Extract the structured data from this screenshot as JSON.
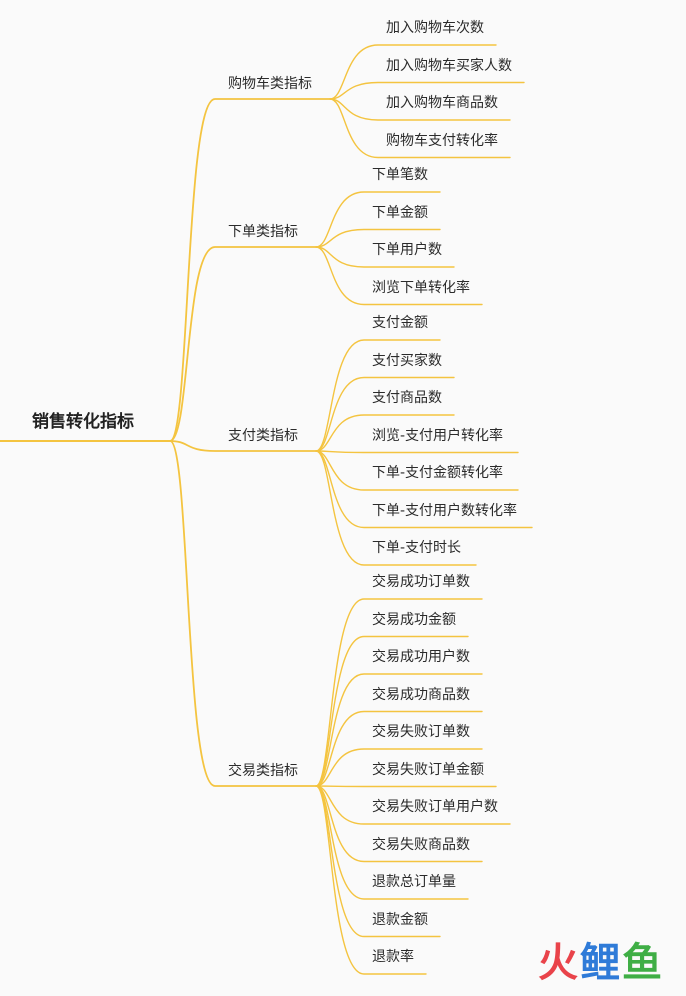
{
  "root": {
    "label": "销售转化指标"
  },
  "line_color": "#f4c440",
  "branches": [
    {
      "label": "购物车类指标",
      "items": [
        "加入购物车次数",
        "加入购物车买家人数",
        "加入购物车商品数",
        "购物车支付转化率"
      ]
    },
    {
      "label": "下单类指标",
      "items": [
        "下单笔数",
        "下单金额",
        "下单用户数",
        "浏览下单转化率"
      ]
    },
    {
      "label": "支付类指标",
      "items": [
        "支付金额",
        "支付买家数",
        "支付商品数",
        "浏览-支付用户转化率",
        "下单-支付金额转化率",
        "下单-支付用户数转化率",
        "下单-支付时长"
      ]
    },
    {
      "label": "交易类指标",
      "items": [
        "交易成功订单数",
        "交易成功金额",
        "交易成功用户数",
        "交易成功商品数",
        "交易失败订单数",
        "交易失败订单金额",
        "交易失败订单用户数",
        "交易失败商品数",
        "退款总订单量",
        "退款金额",
        "退款率"
      ]
    }
  ],
  "watermark": {
    "part1": "火",
    "part2": "鲤",
    "part3": "鱼"
  }
}
